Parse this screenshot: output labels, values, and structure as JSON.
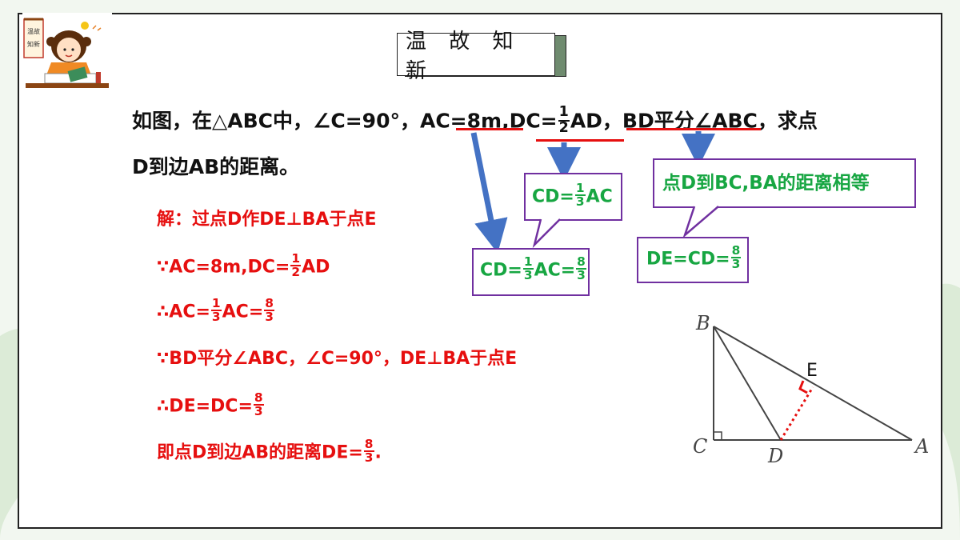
{
  "title": "温 故 知 新",
  "badge": {
    "text_1": "温故",
    "text_2": "知新"
  },
  "question": {
    "p1": "如图，在△ABC中，∠C=90°，",
    "ac": "AC=8m,",
    "dc": "DC=",
    "dc_num": "1",
    "dc_den": "2",
    "dc_tail": "AD，",
    "bd": "BD平分∠ABC",
    "p_end": "，求点",
    "line2": "D到边AB的距离。"
  },
  "callouts": {
    "cd_a": "CD=",
    "cd_a_num": "1",
    "cd_a_den": "3",
    "cd_a_tail": "AC",
    "cd_b": "CD=",
    "cd_b_num": "1",
    "cd_b_den": "3",
    "cd_b_mid": "AC=",
    "cd_b_num2": "8",
    "cd_b_den2": "3",
    "dist": "点D到BC,BA的距离相等",
    "de": "DE=CD=",
    "de_num": "8",
    "de_den": "3"
  },
  "solution": {
    "l1": "解：过点D作DE⊥BA于点E",
    "l2_a": "∵AC=8m,DC=",
    "l2_num": "1",
    "l2_den": "2",
    "l2_tail": "AD",
    "l3_a": "∴AC=",
    "l3_num": "1",
    "l3_den": "3",
    "l3_mid": "AC=",
    "l3_num2": "8",
    "l3_den2": "3",
    "l4": "∵BD平分∠ABC，∠C=90°，DE⊥BA于点E",
    "l5_a": "∴DE=DC=",
    "l5_num": "8",
    "l5_den": "3",
    "l6_a": "即点D到边AB的距离DE=",
    "l6_num": "8",
    "l6_den": "3",
    "l6_tail": "."
  },
  "figure": {
    "B": "B",
    "C": "C",
    "D": "D",
    "A": "A",
    "E": "E"
  },
  "colors": {
    "red": "#e60f0f",
    "green": "#17a642",
    "purple": "#7030a0",
    "arrow": "#4472c4"
  }
}
